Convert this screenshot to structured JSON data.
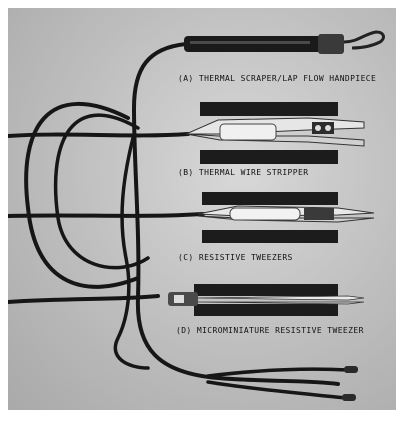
{
  "photo": {
    "background_color": "#c4c4c4",
    "ink_color": "#111111",
    "captions": {
      "a": "(A) THERMAL SCRAPER/LAP FLOW HANDPIECE",
      "b": "(B) THERMAL WIRE STRIPPER",
      "c": "(C) RESISTIVE TWEEZERS",
      "d": "(D) MICROMINIATURE RESISTIVE TWEEZER"
    },
    "tools": [
      {
        "id": "a",
        "icon": "thermal-scraper-handpiece-icon"
      },
      {
        "id": "b",
        "icon": "thermal-wire-stripper-icon"
      },
      {
        "id": "c",
        "icon": "resistive-tweezers-icon"
      },
      {
        "id": "d",
        "icon": "microminiature-tweezer-icon"
      }
    ]
  }
}
